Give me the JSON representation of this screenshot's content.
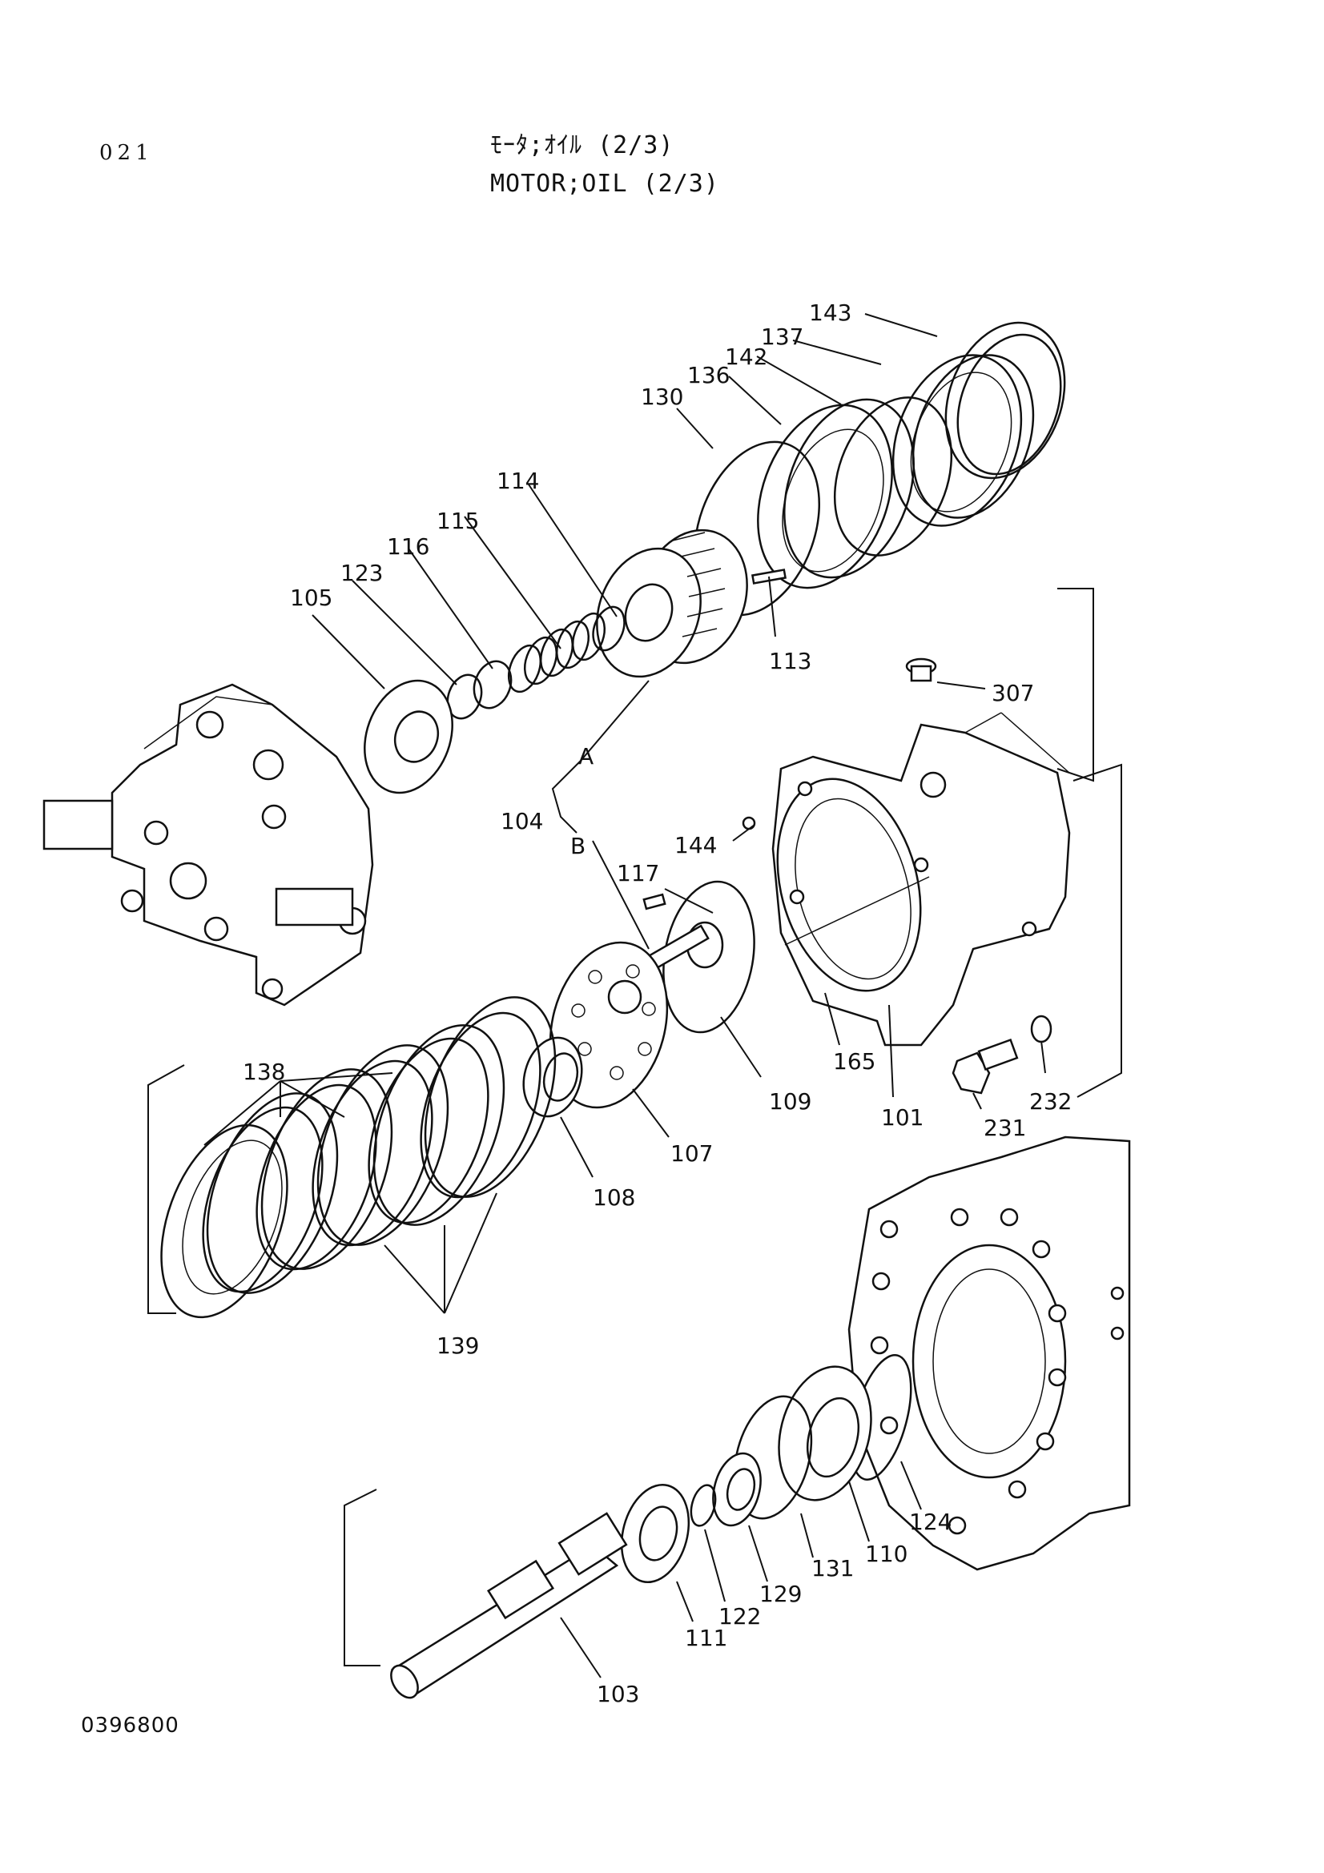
{
  "header": {
    "page_number": "021",
    "title_jp": "ﾓｰﾀ;ｵｲﾙ (2/3)",
    "title_en": "MOTOR;OIL (2/3)"
  },
  "footer": {
    "document_code": "0396800"
  },
  "callouts": {
    "p143": "143",
    "p137": "137",
    "p142": "142",
    "p136": "136",
    "p130": "130",
    "p114": "114",
    "p115": "115",
    "p116": "116",
    "p123": "123",
    "p105": "105",
    "p113": "113",
    "p307": "307",
    "pA": "A",
    "p104": "104",
    "pB": "B",
    "p144": "144",
    "p117": "117",
    "p165": "165",
    "p109": "109",
    "p101": "101",
    "p232": "232",
    "p231": "231",
    "p107": "107",
    "p108": "108",
    "p138": "138",
    "p139": "139",
    "p124": "124",
    "p110": "110",
    "p131": "131",
    "p129": "129",
    "p122": "122",
    "p111": "111",
    "p103": "103"
  }
}
